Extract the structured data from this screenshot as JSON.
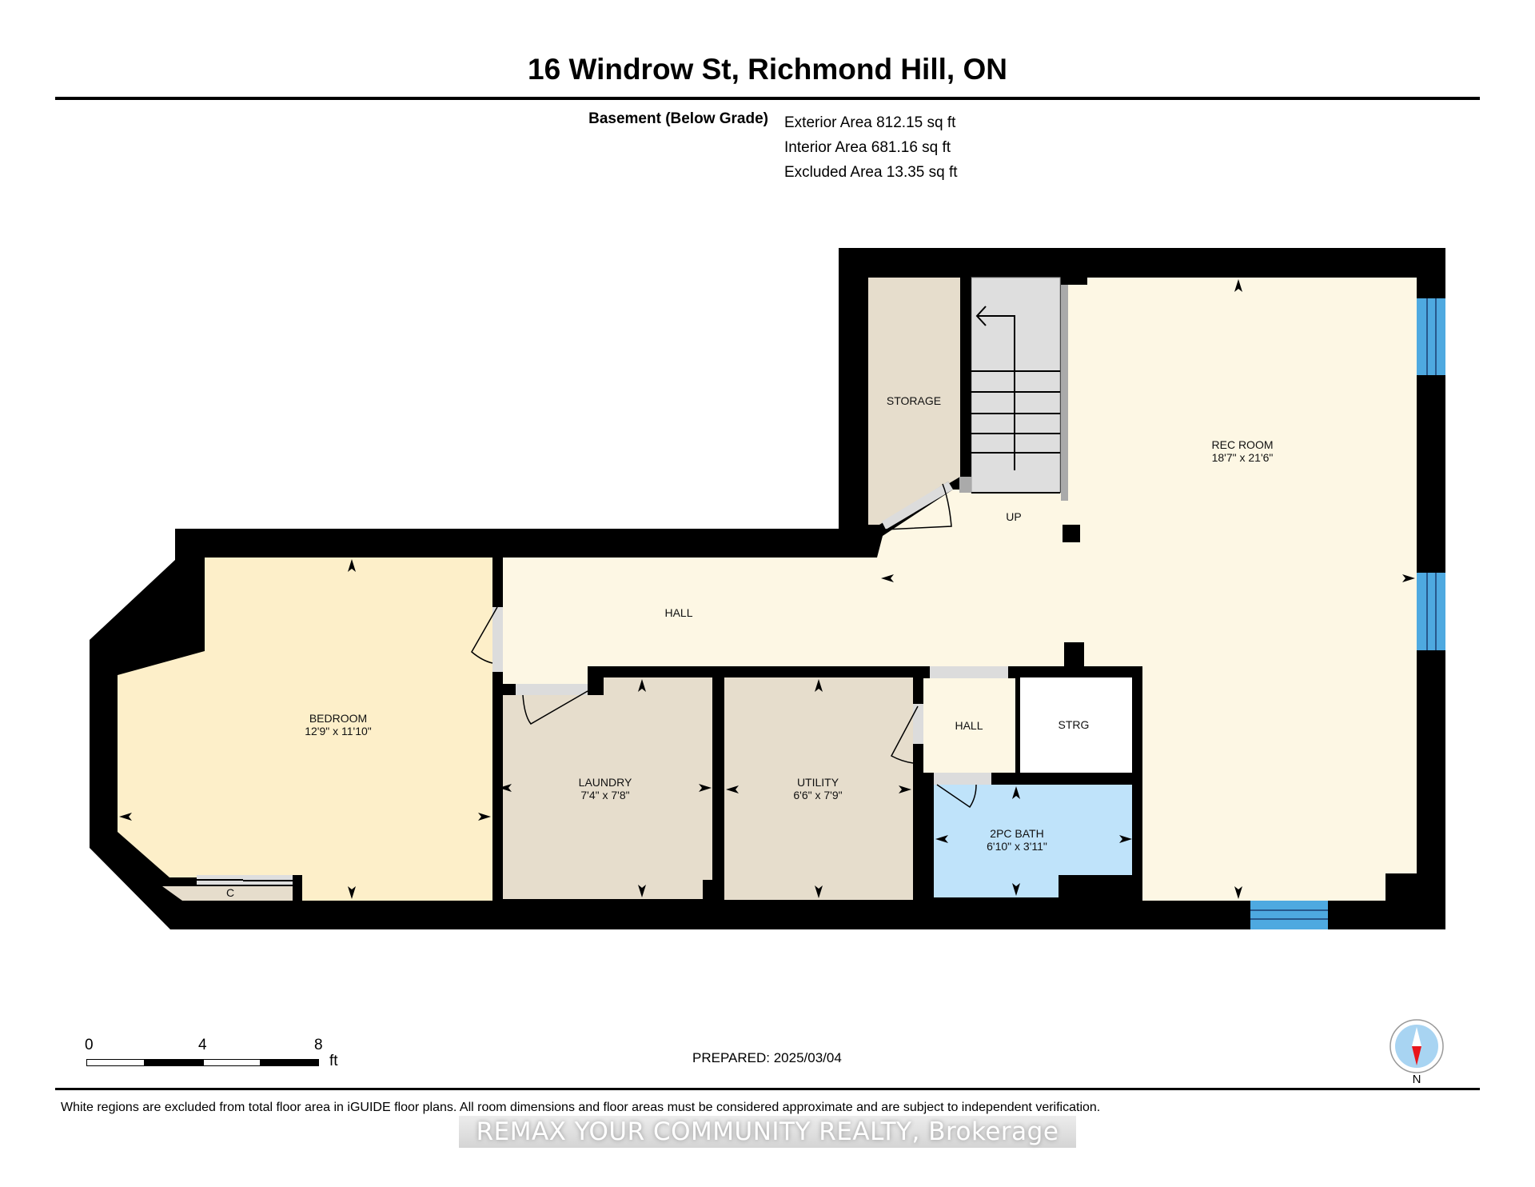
{
  "header": {
    "title": "16 Windrow St, Richmond Hill, ON",
    "floor_label": "Basement (Below Grade)",
    "exterior_area": "Exterior Area 812.15 sq ft",
    "interior_area": "Interior Area 681.16 sq ft",
    "excluded_area": "Excluded Area 13.35 sq ft"
  },
  "rooms": {
    "storage": {
      "name": "STORAGE"
    },
    "rec_room": {
      "name": "REC ROOM",
      "dims": "18'7\" x 21'6\""
    },
    "up": {
      "name": "UP"
    },
    "hall_main": {
      "name": "HALL"
    },
    "bedroom": {
      "name": "BEDROOM",
      "dims": "12'9\" x 11'10\""
    },
    "closet": {
      "name": "C"
    },
    "laundry": {
      "name": "LAUNDRY",
      "dims": "7'4\" x 7'8\""
    },
    "utility": {
      "name": "UTILITY",
      "dims": "6'6\" x 7'9\""
    },
    "hall_small": {
      "name": "HALL"
    },
    "strg": {
      "name": "STRG"
    },
    "bath": {
      "name": "2PC BATH",
      "dims": "6'10\" x 3'11\""
    }
  },
  "colors": {
    "wall": "#000000",
    "rec_room": "#fdf7e4",
    "bedroom": "#fdefc9",
    "utility_rooms": "#e6ddcc",
    "bath": "#bfe3fa",
    "stairs": "#dedede",
    "window": "#4ea9e0",
    "excluded": "#ffffff",
    "compass_fill": "#a8d4f2",
    "compass_needle": "#e8141b"
  },
  "scale_bar": {
    "ticks": [
      "0",
      "4",
      "8"
    ],
    "unit": "ft"
  },
  "footer": {
    "prepared": "PREPARED: 2025/03/04",
    "compass_label": "N",
    "disclaimer": "White regions are excluded from total floor area in iGUIDE floor plans. All room dimensions and floor areas must be considered approximate and are subject to independent verification.",
    "watermark": "REMAX YOUR COMMUNITY REALTY, Brokerage"
  }
}
